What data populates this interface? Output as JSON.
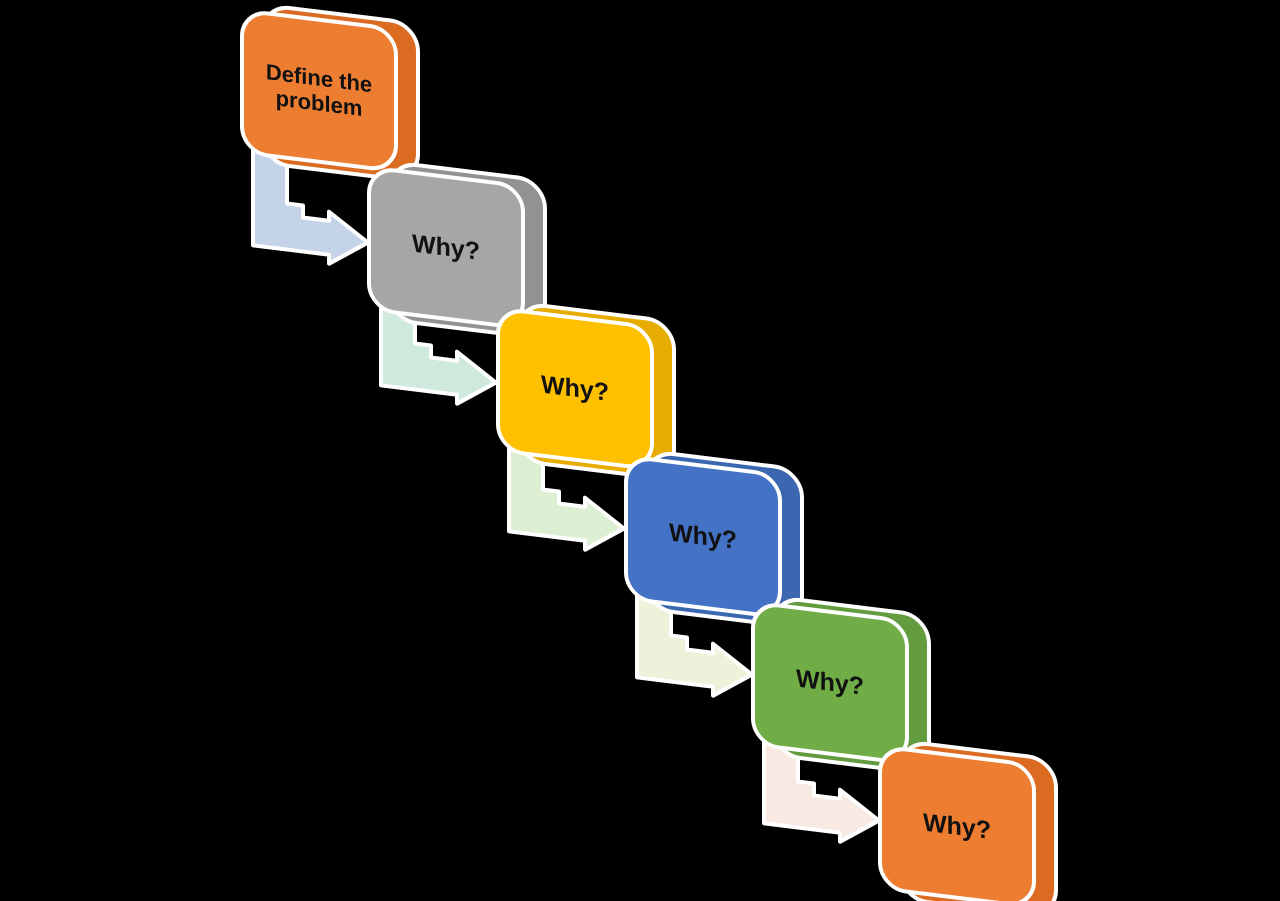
{
  "canvas": {
    "background": "#000000"
  },
  "diagram_type": "5-whys-cascade",
  "steps": [
    {
      "label": "Define the problem",
      "fill": "#ED7D31",
      "side": "#DB6B20"
    },
    {
      "label": "Why?",
      "fill": "#A6A6A6",
      "side": "#929292"
    },
    {
      "label": "Why?",
      "fill": "#FFC000",
      "side": "#E6AC00"
    },
    {
      "label": "Why?",
      "fill": "#4472C4",
      "side": "#3B66B0"
    },
    {
      "label": "Why?",
      "fill": "#70AD47",
      "side": "#639C3E"
    },
    {
      "label": "Why?",
      "fill": "#ED7D31",
      "side": "#DB6B20"
    }
  ],
  "connectors": [
    {
      "from": "Define the problem",
      "to": "Why? (1)",
      "color": "#C5D3E9"
    },
    {
      "from": "Why? (1)",
      "to": "Why? (2)",
      "color": "#D0E9DD"
    },
    {
      "from": "Why? (2)",
      "to": "Why? (3)",
      "color": "#DDEFD3"
    },
    {
      "from": "Why? (3)",
      "to": "Why? (4)",
      "color": "#F0F1DB"
    },
    {
      "from": "Why? (4)",
      "to": "Why? (5)",
      "color": "#F8E9E3"
    }
  ]
}
